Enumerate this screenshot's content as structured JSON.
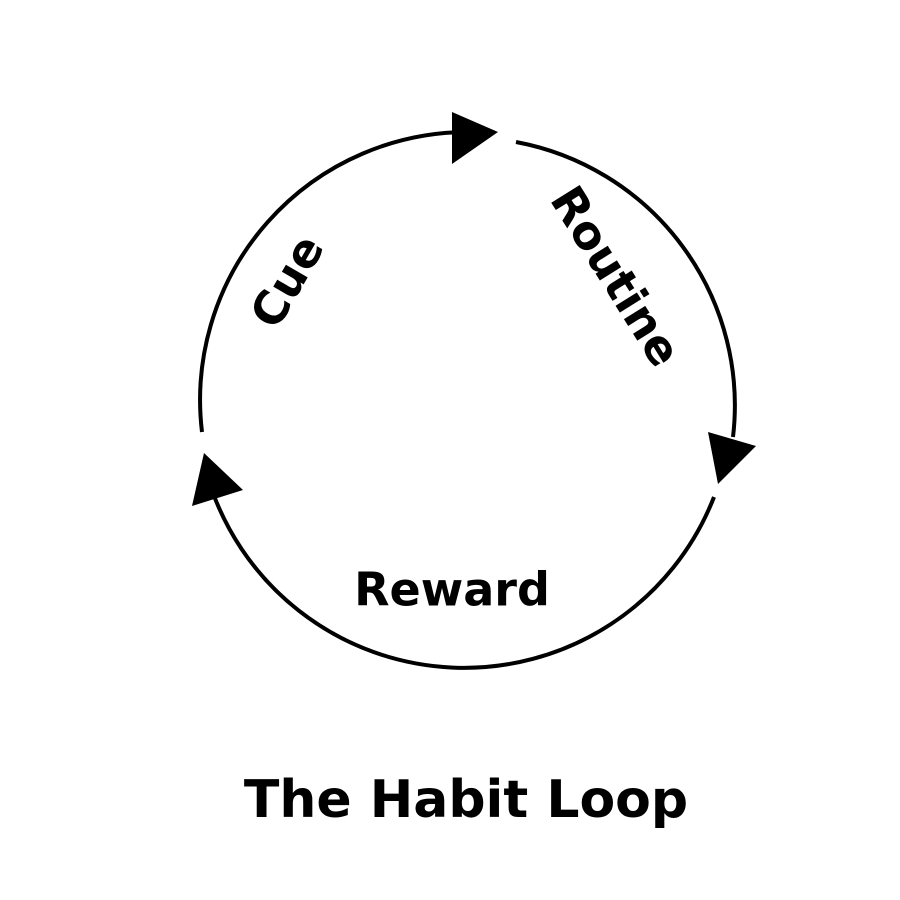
{
  "stages": {
    "cue": "Cue",
    "routine": "Routine",
    "reward": "Reward"
  },
  "title": "The Habit Loop",
  "colors": {
    "line": "#000000",
    "text": "#000000",
    "background": "#ffffff"
  }
}
